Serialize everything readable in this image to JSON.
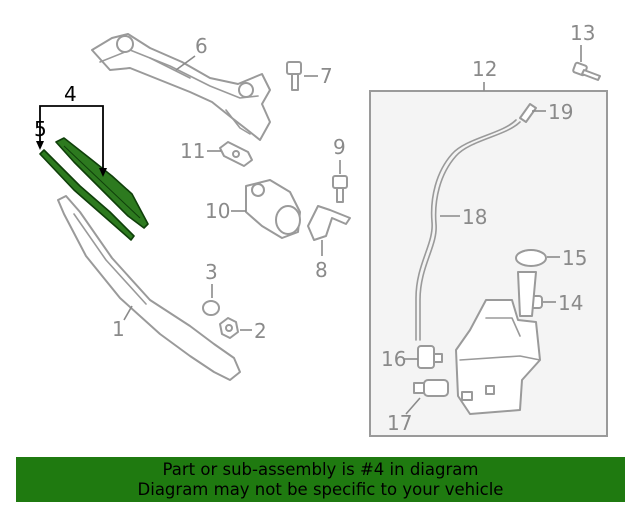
{
  "callouts": {
    "c1": "1",
    "c2": "2",
    "c3": "3",
    "c4": "4",
    "c5": "5",
    "c6": "6",
    "c7": "7",
    "c8": "8",
    "c9": "9",
    "c10": "10",
    "c11": "11",
    "c12": "12",
    "c13": "13",
    "c14": "14",
    "c15": "15",
    "c16": "16",
    "c17": "17",
    "c18": "18",
    "c19": "19"
  },
  "highlight_color": "#2d7a1f",
  "banner": {
    "line1": "Part or sub-assembly is #4 in diagram",
    "line2": "Diagram may not be specific to your vehicle",
    "background": "#1f7a10"
  }
}
